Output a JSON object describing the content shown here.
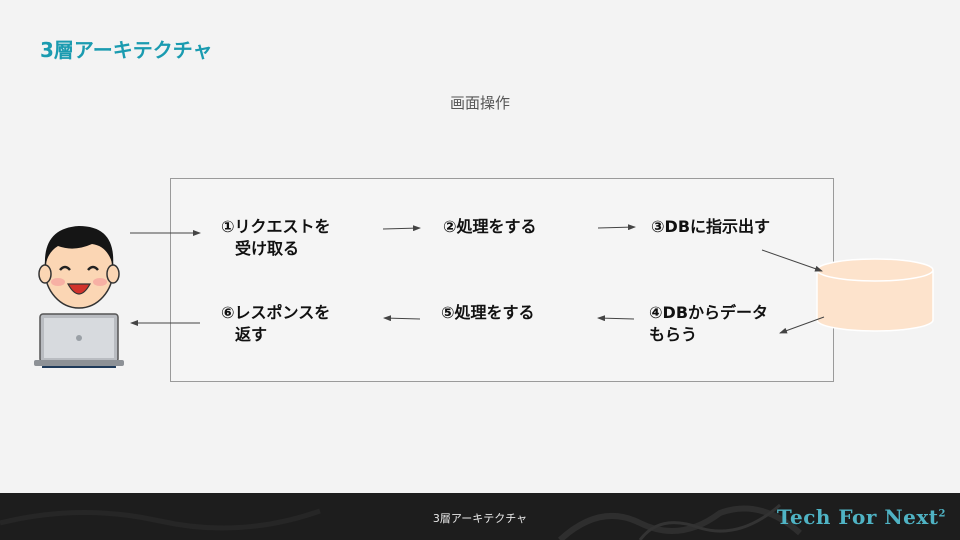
{
  "slide": {
    "title": "3層アーキテクチャ",
    "subtitle": "画面操作"
  },
  "steps": [
    {
      "line1": "①リクエストを",
      "line2": "受け取る"
    },
    {
      "line1": "②処理をする",
      "line2": ""
    },
    {
      "line1": "③DBに指示出す",
      "line2": ""
    },
    {
      "line1": "④DBからデータ",
      "line2": "もらう"
    },
    {
      "line1": "⑤処理をする",
      "line2": ""
    },
    {
      "line1": "⑥レスポンスを",
      "line2": "返す"
    }
  ],
  "footer": {
    "caption": "3層アーキテクチャ",
    "logo": "Tech For Next",
    "logo_mark": "2"
  },
  "colors": {
    "title": "#1a9bb0",
    "database": "#fde3cc",
    "footer_bg": "#1d1d1d",
    "logo": "#4fb3c4"
  },
  "icons": [
    "user-with-laptop-illustration",
    "database-cylinder-icon"
  ]
}
